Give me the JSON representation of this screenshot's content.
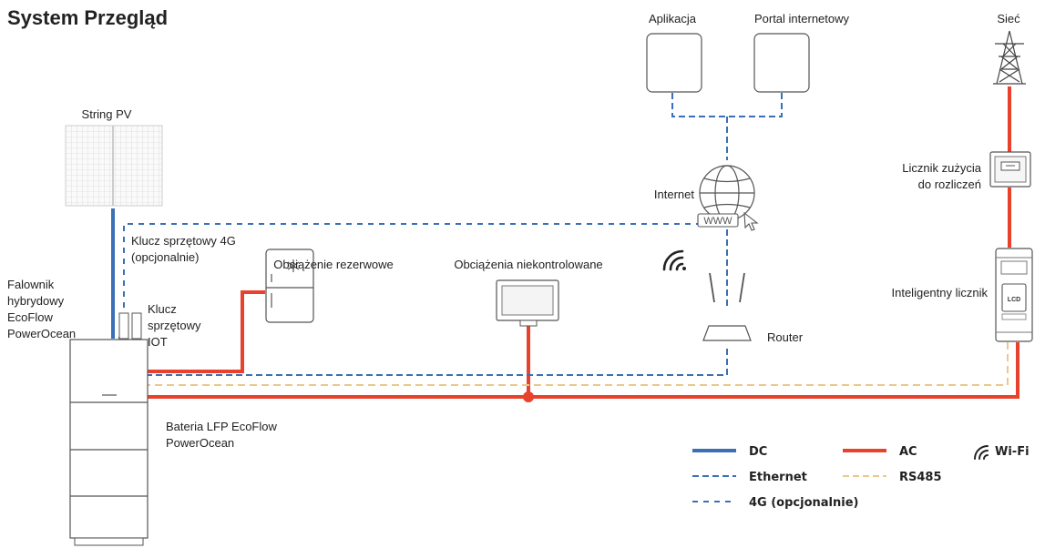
{
  "title": "System Przegląd",
  "labels": {
    "app": "Aplikacja",
    "portal": "Portal internetowy",
    "grid": "Sieć",
    "pv": "String PV",
    "billing_meter_line1": "Licznik zużycia",
    "billing_meter_line2": "do rozliczeń",
    "internet": "Internet",
    "www": "WWW",
    "dongle_4g_line1": "Klucz sprzętowy 4G",
    "dongle_4g_line2": "(opcjonalnie)",
    "backup_load": "Obciążenie rezerwowe",
    "uncontrolled_loads": "Obciążenia niekontrolowane",
    "smart_meter": "Inteligentny licznik",
    "lcd": "LCD",
    "inverter_line1": "Falownik",
    "inverter_line2": "hybrydowy",
    "inverter_line3": "EcoFlow",
    "inverter_line4": "PowerOcean",
    "iot_line1": "Klucz",
    "iot_line2": "sprzętowy",
    "iot_line3": "IOT",
    "router": "Router",
    "battery_line1": "Bateria LFP EcoFlow",
    "battery_line2": "PowerOcean"
  },
  "legend": {
    "dc": "DC",
    "ac": "AC",
    "wifi": "Wi-Fi",
    "ethernet": "Ethernet",
    "rs485": "RS485",
    "lte": "4G (opcjonalnie)"
  },
  "colors": {
    "dc": "#3b6fb6",
    "ac": "#e8412c",
    "ethernet": "#3b6fb6",
    "rs485": "#e9c98a"
  }
}
